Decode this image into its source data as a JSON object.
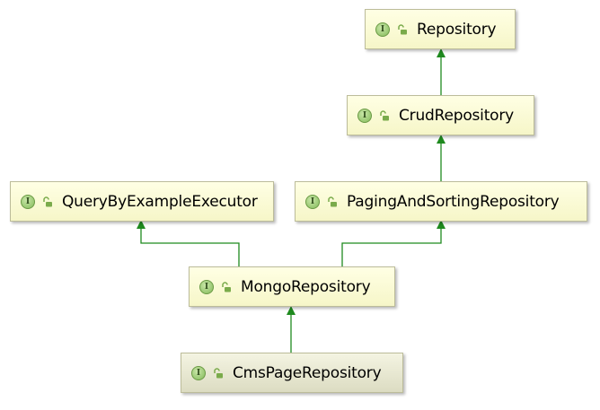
{
  "diagram": {
    "nodes": [
      {
        "id": "repository",
        "label": "Repository",
        "kind_badge": "I",
        "icon": "interface-icon",
        "visibility_icon": "public-open-lock-icon",
        "selected": false
      },
      {
        "id": "crud_repository",
        "label": "CrudRepository",
        "kind_badge": "I",
        "icon": "interface-icon",
        "visibility_icon": "public-open-lock-icon",
        "selected": false
      },
      {
        "id": "paging_and_sorting_repository",
        "label": "PagingAndSortingRepository",
        "kind_badge": "I",
        "icon": "interface-icon",
        "visibility_icon": "public-open-lock-icon",
        "selected": false
      },
      {
        "id": "query_by_example_executor",
        "label": "QueryByExampleExecutor",
        "kind_badge": "I",
        "icon": "interface-icon",
        "visibility_icon": "public-open-lock-icon",
        "selected": false
      },
      {
        "id": "mongo_repository",
        "label": "MongoRepository",
        "kind_badge": "I",
        "icon": "interface-icon",
        "visibility_icon": "public-open-lock-icon",
        "selected": false
      },
      {
        "id": "cms_page_repository",
        "label": "CmsPageRepository",
        "kind_badge": "I",
        "icon": "interface-icon",
        "visibility_icon": "public-open-lock-icon",
        "selected": true
      }
    ],
    "edges": [
      {
        "from": "crud_repository",
        "to": "repository",
        "relation": "extends"
      },
      {
        "from": "paging_and_sorting_repository",
        "to": "crud_repository",
        "relation": "extends"
      },
      {
        "from": "mongo_repository",
        "to": "query_by_example_executor",
        "relation": "extends"
      },
      {
        "from": "mongo_repository",
        "to": "paging_and_sorting_repository",
        "relation": "extends"
      },
      {
        "from": "cms_page_repository",
        "to": "mongo_repository",
        "relation": "extends"
      }
    ],
    "colors": {
      "edge": "#1f8a1f",
      "node_fill": "#ffffe4",
      "node_border": "#bcbc9a",
      "interface_icon": "#84bb5a",
      "lock_icon": "#7aab4b"
    }
  }
}
